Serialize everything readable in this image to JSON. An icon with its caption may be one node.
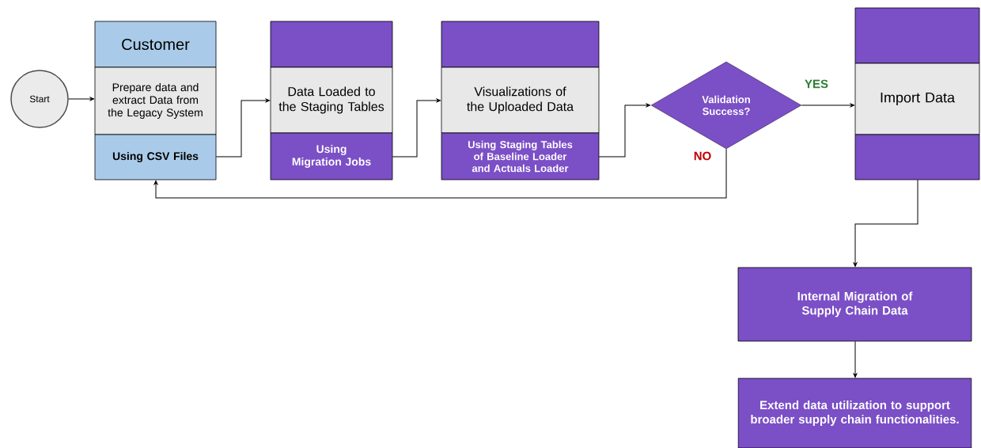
{
  "diagram": {
    "nodes": [
      {
        "text": [
          "Start"
        ]
      },
      {
        "text": [
          "Customer",
          "Prepare data and extract Data from the Legacy System",
          "Using CSV Files"
        ]
      },
      {
        "text": [
          "Data Loaded to the Staging Tables",
          "Using Migration Jobs"
        ]
      },
      {
        "text": [
          "Visualizations of the Uploaded Data",
          "Using Staging Tables of Baseline Loader and Actuals Loader"
        ]
      },
      {
        "text": [
          "Validation Success?"
        ]
      },
      {
        "text": [
          "Import Data"
        ]
      },
      {
        "text": [
          "Internal Migration of Supply Chain Data"
        ]
      },
      {
        "text": [
          "Extend data utilization to support broader supply chain functionalities."
        ]
      }
    ],
    "edges": [
      {
        "from": 0,
        "to": 1,
        "arrow": "to"
      },
      {
        "from": 1,
        "to": 2,
        "arrow": "to"
      },
      {
        "from": 2,
        "to": 3,
        "arrow": "to"
      },
      {
        "from": 3,
        "to": 4,
        "arrow": "to"
      },
      {
        "from": 4,
        "to": 5,
        "arrow": "to",
        "label": "YES"
      },
      {
        "from": 4,
        "to": 1,
        "arrow": "to",
        "label": "NO"
      },
      {
        "from": 5,
        "to": 6,
        "arrow": "to"
      },
      {
        "from": 6,
        "to": 7,
        "arrow": "to"
      }
    ]
  }
}
